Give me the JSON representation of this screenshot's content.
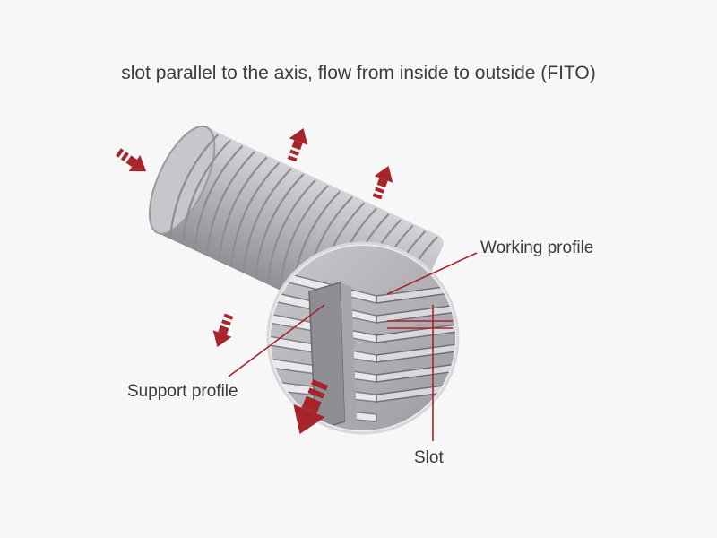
{
  "title": "slot parallel to the axis, flow from inside to outside (FITO)",
  "labels": {
    "working_profile": "Working profile",
    "support_profile": "Support profile",
    "slot": "Slot"
  },
  "colors": {
    "arrow": "#a8242b",
    "leader_line": "#a8242b",
    "metal": "#b9b9bd",
    "metal_dark": "#8a8a90",
    "background": "#f7f7f8"
  }
}
